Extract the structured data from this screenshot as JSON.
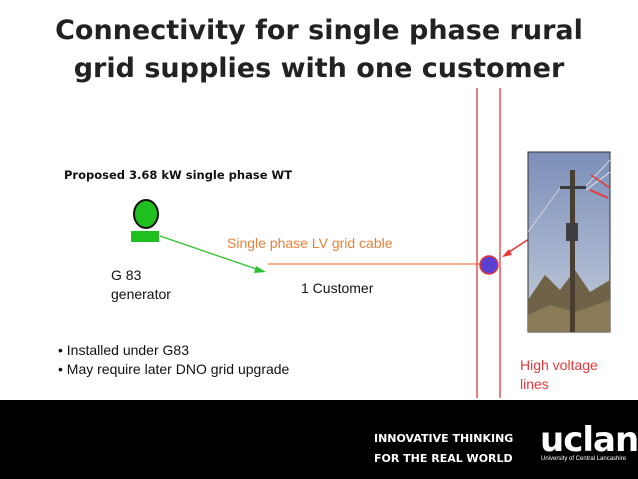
{
  "slide": {
    "title_line1": "Connectivity for single phase rural",
    "title_line2": "grid supplies with one customer",
    "proposed_label": "Proposed 3.68 kW single phase WT",
    "generator_label_line1": "G 83",
    "generator_label_line2": "generator",
    "cable_label": "Single phase LV grid cable",
    "customer_label": "1 Customer",
    "bullets": [
      "• Installed under G83",
      "• May require later DNO grid upgrade"
    ],
    "hv_label_line1": "High voltage",
    "hv_label_line2": "lines"
  },
  "footer": {
    "tagline_line1": "INNOVATIVE THINKING",
    "tagline_line2": "FOR THE REAL WORLD",
    "logo_text": "uclan",
    "logo_subtext": "University of Central Lancashire"
  },
  "colors": {
    "generator_fill": "#1FBF1F",
    "arrow_green": "#2EBF2E",
    "cable_orange": "#E8823A",
    "hv_red": "#E8373A",
    "connection_node": "#5B3FD0"
  }
}
